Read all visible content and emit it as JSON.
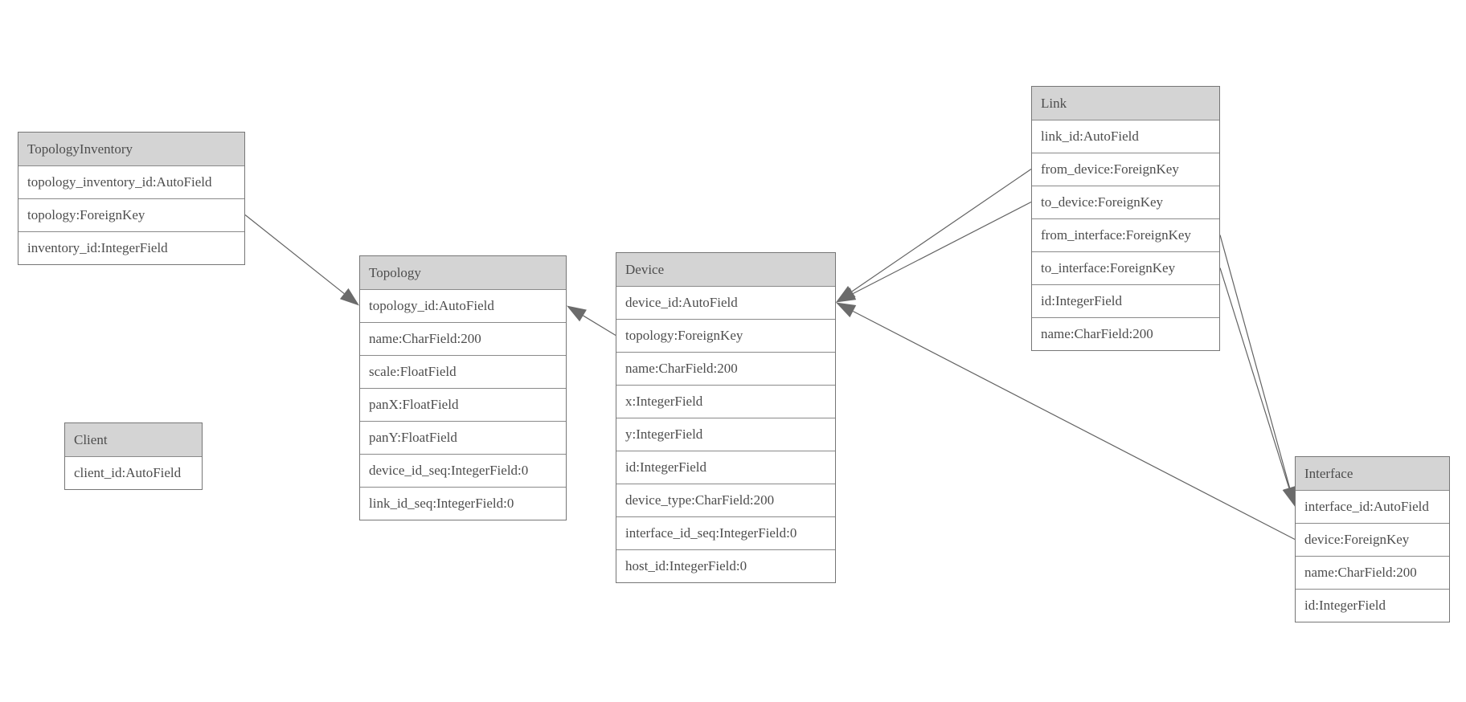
{
  "diagram": {
    "entities": [
      {
        "name": "TopologyInventory",
        "fields": [
          "topology_inventory_id:AutoField",
          "topology:ForeignKey",
          "inventory_id:IntegerField"
        ]
      },
      {
        "name": "Topology",
        "fields": [
          "topology_id:AutoField",
          "name:CharField:200",
          "scale:FloatField",
          "panX:FloatField",
          "panY:FloatField",
          "device_id_seq:IntegerField:0",
          "link_id_seq:IntegerField:0"
        ]
      },
      {
        "name": "Client",
        "fields": [
          "client_id:AutoField"
        ]
      },
      {
        "name": "Device",
        "fields": [
          "device_id:AutoField",
          "topology:ForeignKey",
          "name:CharField:200",
          "x:IntegerField",
          "y:IntegerField",
          "id:IntegerField",
          "device_type:CharField:200",
          "interface_id_seq:IntegerField:0",
          "host_id:IntegerField:0"
        ]
      },
      {
        "name": "Link",
        "fields": [
          "link_id:AutoField",
          "from_device:ForeignKey",
          "to_device:ForeignKey",
          "from_interface:ForeignKey",
          "to_interface:ForeignKey",
          "id:IntegerField",
          "name:CharField:200"
        ]
      },
      {
        "name": "Interface",
        "fields": [
          "interface_id:AutoField",
          "device:ForeignKey",
          "name:CharField:200",
          "id:IntegerField"
        ]
      }
    ],
    "relations": [
      {
        "from_entity": "TopologyInventory",
        "from_field": "topology:ForeignKey",
        "to_entity": "Topology"
      },
      {
        "from_entity": "Device",
        "from_field": "topology:ForeignKey",
        "to_entity": "Topology"
      },
      {
        "from_entity": "Link",
        "from_field": "from_device:ForeignKey",
        "to_entity": "Device"
      },
      {
        "from_entity": "Link",
        "from_field": "to_device:ForeignKey",
        "to_entity": "Device"
      },
      {
        "from_entity": "Link",
        "from_field": "from_interface:ForeignKey",
        "to_entity": "Interface"
      },
      {
        "from_entity": "Link",
        "from_field": "to_interface:ForeignKey",
        "to_entity": "Interface"
      },
      {
        "from_entity": "Interface",
        "from_field": "device:ForeignKey",
        "to_entity": "Device"
      }
    ],
    "colors": {
      "header_fill": "#d4d4d4",
      "border": "#767676",
      "row_border": "#8a8a8a",
      "text": "#4d4d4d",
      "line": "#636363",
      "arrow": "#6b6b6b"
    }
  }
}
